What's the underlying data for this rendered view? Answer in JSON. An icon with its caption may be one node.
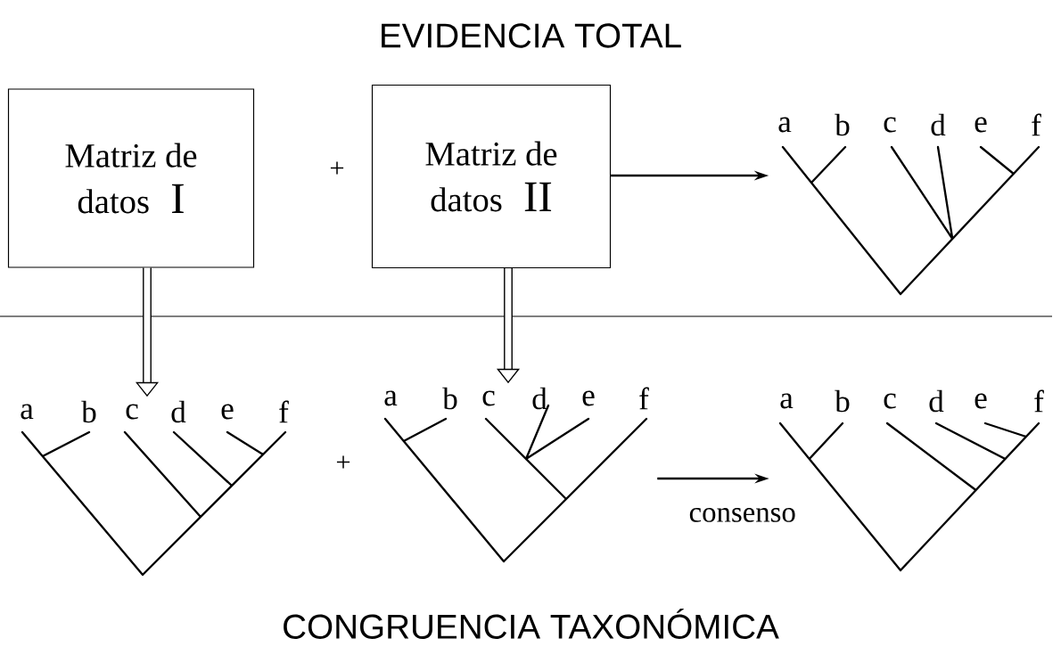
{
  "diagram": {
    "title": "EVIDENCIA TOTAL",
    "caption": "CONGRUENCIA TAXONÓMICA",
    "nodes": [
      {
        "text": [
          "Matriz de datos",
          "I"
        ]
      },
      {
        "text": [
          "Matriz de datos",
          "II"
        ]
      },
      {
        "text": [
          "a",
          "b",
          "c",
          "d",
          "e",
          "f"
        ]
      },
      {
        "text": [
          "a",
          "b",
          "c",
          "d",
          "e",
          "f"
        ]
      },
      {
        "text": [
          "a",
          "b",
          "c",
          "d",
          "e",
          "f"
        ]
      },
      {
        "text": [
          "a",
          "b",
          "c",
          "d",
          "e",
          "f"
        ]
      }
    ],
    "edges": [
      {
        "from": 1,
        "to": 2,
        "arrow": "to"
      },
      {
        "from": 0,
        "to": 3,
        "arrow": "to",
        "style": "thick"
      },
      {
        "from": 1,
        "to": 4,
        "arrow": "to",
        "style": "thick"
      },
      {
        "from": 4,
        "to": 5,
        "arrow": "to",
        "label": "consenso"
      }
    ],
    "labels": [
      "+",
      "+"
    ]
  }
}
